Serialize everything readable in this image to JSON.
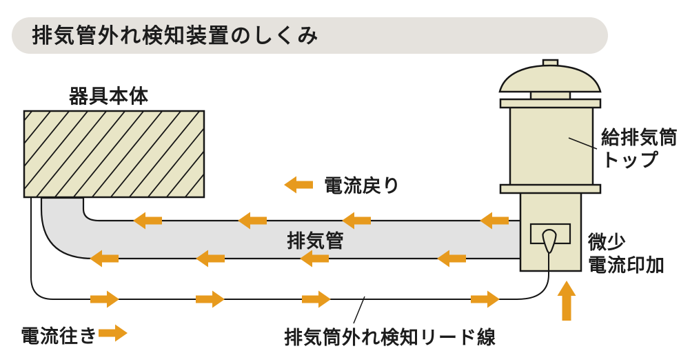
{
  "title": "排気管外れ検知装置のしくみ",
  "labels": {
    "appliance_body": "器具本体",
    "current_return": "電流戻り",
    "exhaust_pipe": "排気管",
    "flue_top_line1": "給排気筒",
    "flue_top_line2": "トップ",
    "minute_current_line1": "微少",
    "minute_current_line2": "電流印加",
    "lead_wire": "排気筒外れ検知リード線",
    "current_go": "電流往き"
  },
  "icons": {
    "left_arrow": "current-flow-left-arrow",
    "right_arrow": "current-flow-right-arrow",
    "up_arrow": "current-flow-up-arrow"
  },
  "colors": {
    "arrow_orange": "#e79a1d",
    "beige_fill": "#e8e5c6",
    "pipe_gray": "#e2e2e2",
    "banner_gray": "#e5e2dd",
    "line_black": "#161616"
  }
}
